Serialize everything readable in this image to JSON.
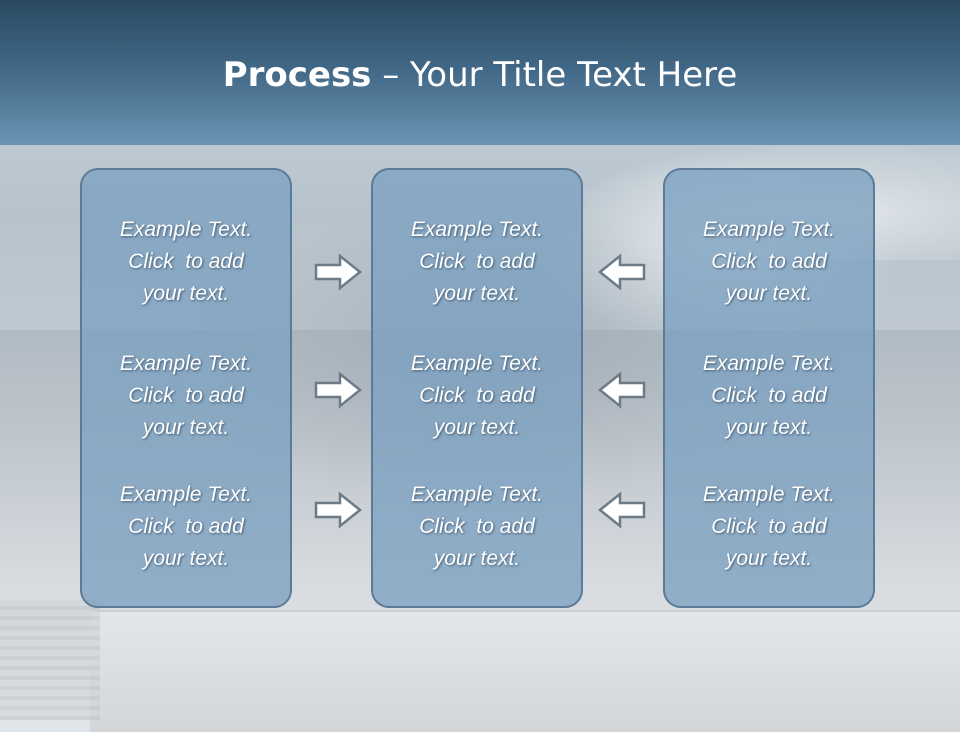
{
  "title": {
    "bold": "Process",
    "rest": " – Your Title Text Here"
  },
  "columns": [
    {
      "blocks": [
        [
          "Example Text.",
          "Click  to add",
          "your text."
        ],
        [
          "Example Text.",
          "Click  to add",
          "your text."
        ],
        [
          "Example Text.",
          "Click  to add",
          "your text."
        ]
      ]
    },
    {
      "blocks": [
        [
          "Example Text.",
          "Click  to add",
          "your text."
        ],
        [
          "Example Text.",
          "Click  to add",
          "your text."
        ],
        [
          "Example Text.",
          "Click  to add",
          "your text."
        ]
      ]
    },
    {
      "blocks": [
        [
          "Example Text.",
          "Click  to add",
          "your text."
        ],
        [
          "Example Text.",
          "Click  to add",
          "your text."
        ],
        [
          "Example Text.",
          "Click  to add",
          "your text."
        ]
      ]
    }
  ],
  "arrows": {
    "left_group": "right-arrow-icon",
    "right_group": "left-arrow-icon"
  },
  "colors": {
    "header_top": "#2b4a62",
    "header_bottom": "#6b93b3",
    "box_fill": "#7ba0c0",
    "box_border": "#5d7a96"
  }
}
